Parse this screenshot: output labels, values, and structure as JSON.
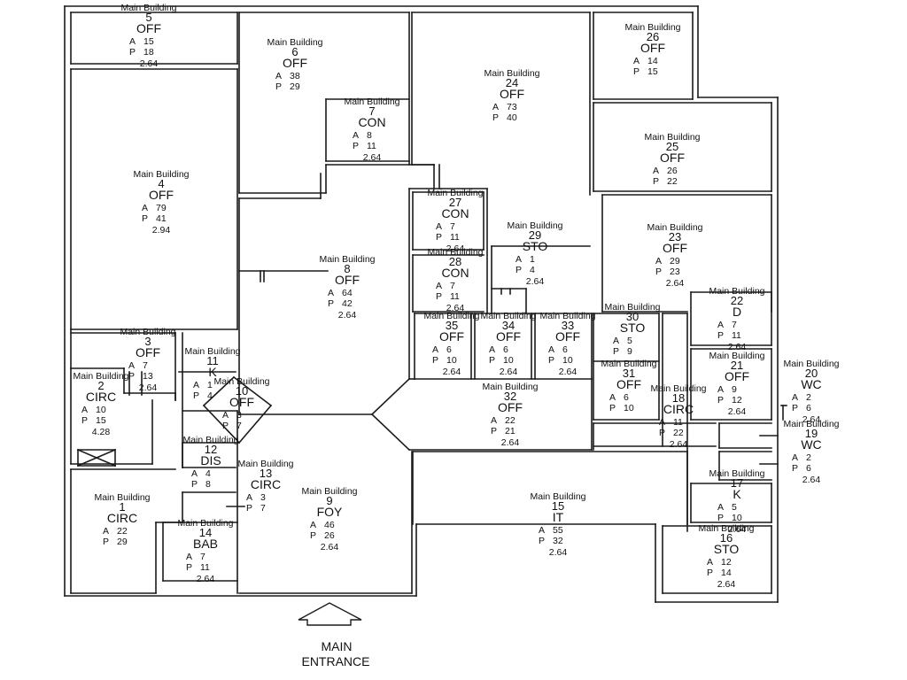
{
  "plan": {
    "entrance_line1": "MAIN",
    "entrance_line2": "ENTRANCE",
    "rooms": [
      {
        "building": "Main Building",
        "number": "5",
        "type": "OFF",
        "area": "15",
        "perimeter": "18",
        "height": "2.64"
      },
      {
        "building": "Main Building",
        "number": "6",
        "type": "OFF",
        "area": "38",
        "perimeter": "29",
        "height": ""
      },
      {
        "building": "Main Building",
        "number": "7",
        "type": "CON",
        "area": "8",
        "perimeter": "11",
        "height": "2.64"
      },
      {
        "building": "Main Building",
        "number": "24",
        "type": "OFF",
        "area": "73",
        "perimeter": "40",
        "height": ""
      },
      {
        "building": "Main Building",
        "number": "26",
        "type": "OFF",
        "area": "14",
        "perimeter": "15",
        "height": ""
      },
      {
        "building": "Main Building",
        "number": "25",
        "type": "OFF",
        "area": "26",
        "perimeter": "22",
        "height": ""
      },
      {
        "building": "Main Building",
        "number": "4",
        "type": "OFF",
        "area": "79",
        "perimeter": "41",
        "height": "2.94"
      },
      {
        "building": "Main Building",
        "number": "27",
        "type": "CON",
        "area": "7",
        "perimeter": "11",
        "height": "2.64"
      },
      {
        "building": "Main Building",
        "number": "28",
        "type": "CON",
        "area": "7",
        "perimeter": "11",
        "height": "2.64"
      },
      {
        "building": "Main Building",
        "number": "29",
        "type": "STO",
        "area": "1",
        "perimeter": "4",
        "height": "2.64"
      },
      {
        "building": "Main Building",
        "number": "23",
        "type": "OFF",
        "area": "29",
        "perimeter": "23",
        "height": "2.64"
      },
      {
        "building": "Main Building",
        "number": "8",
        "type": "OFF",
        "area": "64",
        "perimeter": "42",
        "height": "2.64"
      },
      {
        "building": "Main Building",
        "number": "22",
        "type": "D",
        "area": "7",
        "perimeter": "11",
        "height": "2.64"
      },
      {
        "building": "Main Building",
        "number": "30",
        "type": "STO",
        "area": "5",
        "perimeter": "9",
        "height": ""
      },
      {
        "building": "Main Building",
        "number": "35",
        "type": "OFF",
        "area": "6",
        "perimeter": "10",
        "height": "2.64"
      },
      {
        "building": "Main Building",
        "number": "34",
        "type": "OFF",
        "area": "6",
        "perimeter": "10",
        "height": "2.64"
      },
      {
        "building": "Main Building",
        "number": "33",
        "type": "OFF",
        "area": "6",
        "perimeter": "10",
        "height": "2.64"
      },
      {
        "building": "Main Building",
        "number": "3",
        "type": "OFF",
        "area": "7",
        "perimeter": "13",
        "height": "2.64"
      },
      {
        "building": "Main Building",
        "number": "11",
        "type": "K",
        "area": "1",
        "perimeter": "4",
        "height": ""
      },
      {
        "building": "Main Building",
        "number": "10",
        "type": "OFF",
        "area": "3",
        "perimeter": "7",
        "height": ""
      },
      {
        "building": "Main Building",
        "number": "2",
        "type": "CIRC",
        "area": "10",
        "perimeter": "15",
        "height": "4.28"
      },
      {
        "building": "Main Building",
        "number": "31",
        "type": "OFF",
        "area": "6",
        "perimeter": "10",
        "height": ""
      },
      {
        "building": "Main Building",
        "number": "21",
        "type": "OFF",
        "area": "9",
        "perimeter": "12",
        "height": "2.64"
      },
      {
        "building": "Main Building",
        "number": "20",
        "type": "WC",
        "area": "2",
        "perimeter": "6",
        "height": "2.64"
      },
      {
        "building": "Main Building",
        "number": "18",
        "type": "CIRC",
        "area": "11",
        "perimeter": "22",
        "height": "2.64"
      },
      {
        "building": "Main Building",
        "number": "32",
        "type": "OFF",
        "area": "22",
        "perimeter": "21",
        "height": "2.64"
      },
      {
        "building": "Main Building",
        "number": "19",
        "type": "WC",
        "area": "2",
        "perimeter": "6",
        "height": "2.64"
      },
      {
        "building": "Main Building",
        "number": "12",
        "type": "DIS",
        "area": "4",
        "perimeter": "8",
        "height": ""
      },
      {
        "building": "Main Building",
        "number": "13",
        "type": "CIRC",
        "area": "3",
        "perimeter": "7",
        "height": ""
      },
      {
        "building": "Main Building",
        "number": "9",
        "type": "FOY",
        "area": "46",
        "perimeter": "26",
        "height": "2.64"
      },
      {
        "building": "Main Building",
        "number": "1",
        "type": "CIRC",
        "area": "22",
        "perimeter": "29",
        "height": ""
      },
      {
        "building": "Main Building",
        "number": "15",
        "type": "IT",
        "area": "55",
        "perimeter": "32",
        "height": "2.64"
      },
      {
        "building": "Main Building",
        "number": "17",
        "type": "K",
        "area": "5",
        "perimeter": "10",
        "height": "2.64"
      },
      {
        "building": "Main Building",
        "number": "14",
        "type": "BAB",
        "area": "7",
        "perimeter": "11",
        "height": "2.64"
      },
      {
        "building": "Main Building",
        "number": "16",
        "type": "STO",
        "area": "12",
        "perimeter": "14",
        "height": "2.64"
      }
    ]
  }
}
